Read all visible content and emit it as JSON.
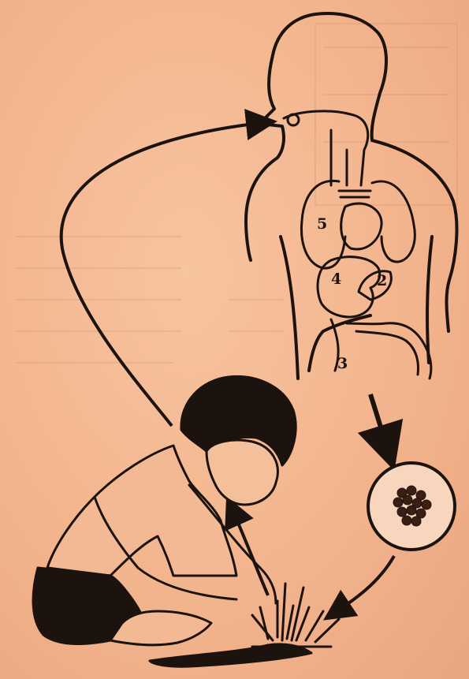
{
  "diagram": {
    "organ_labels": {
      "lungs": "5",
      "stomach": "4",
      "liver": "2",
      "intestine": "3"
    },
    "colors": {
      "paper": "#f4b892",
      "ink": "#1d130e"
    },
    "icons": [
      "boy-figure",
      "human-torso",
      "parasite-egg",
      "grass-tuft",
      "cycle-arrow"
    ]
  }
}
